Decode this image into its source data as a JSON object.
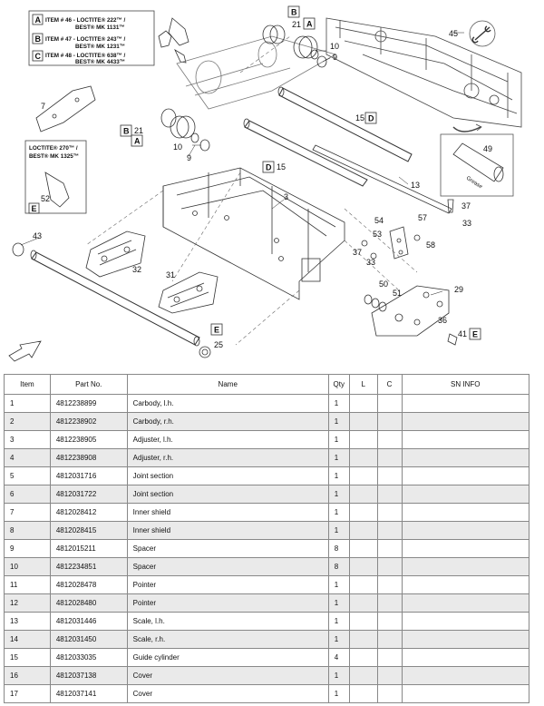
{
  "notes": {
    "A": {
      "letter": "A",
      "line1": "ITEM # 46 - LOCTITE® 222™ /",
      "line2": "BEST® MK 1131™"
    },
    "B": {
      "letter": "B",
      "line1": "ITEM # 47 - LOCTITE® 243™ /",
      "line2": "BEST® MK 1231™"
    },
    "C": {
      "letter": "C",
      "line1": "ITEM # 48 - LOCTITE® 638™ /",
      "line2": "BEST® MK 4433™"
    },
    "E": {
      "letter": "E",
      "line1": "LOCTITE® 270™ /",
      "line2": "BEST® MK 1325™"
    }
  },
  "grease_label": "Grease",
  "callouts": {
    "c3": "3",
    "c7": "7",
    "c9a": "9",
    "c9b": "9",
    "c10a": "10",
    "c10b": "10",
    "c13": "13",
    "c15a": "15",
    "c15b": "15",
    "c21a": "21",
    "c21b": "21",
    "c25": "25",
    "c29": "29",
    "c31": "31",
    "c32": "32",
    "c33a": "33",
    "c33b": "33",
    "c36": "36",
    "c37a": "37",
    "c37b": "37",
    "c41": "41",
    "c43": "43",
    "c45": "45",
    "c49": "49",
    "c50": "50",
    "c51": "51",
    "c52": "52",
    "c53": "53",
    "c54": "54",
    "c57": "57",
    "c58": "58",
    "boxA": "A",
    "boxB": "B",
    "boxD": "D",
    "boxE": "E"
  },
  "table": {
    "headers": {
      "item": "Item",
      "part": "Part No.",
      "name": "Name",
      "qty": "Qty",
      "l": "L",
      "c": "C",
      "sn": "SN INFO"
    },
    "rows": [
      {
        "item": "1",
        "part": "4812238899",
        "name": "Carbody, l.h.",
        "qty": "1",
        "l": "",
        "c": "",
        "sn": ""
      },
      {
        "item": "2",
        "part": "4812238902",
        "name": "Carbody, r.h.",
        "qty": "1",
        "l": "",
        "c": "",
        "sn": ""
      },
      {
        "item": "3",
        "part": "4812238905",
        "name": "Adjuster, l.h.",
        "qty": "1",
        "l": "",
        "c": "",
        "sn": ""
      },
      {
        "item": "4",
        "part": "4812238908",
        "name": "Adjuster, r.h.",
        "qty": "1",
        "l": "",
        "c": "",
        "sn": ""
      },
      {
        "item": "5",
        "part": "4812031716",
        "name": "Joint section",
        "qty": "1",
        "l": "",
        "c": "",
        "sn": ""
      },
      {
        "item": "6",
        "part": "4812031722",
        "name": "Joint section",
        "qty": "1",
        "l": "",
        "c": "",
        "sn": ""
      },
      {
        "item": "7",
        "part": "4812028412",
        "name": "Inner shield",
        "qty": "1",
        "l": "",
        "c": "",
        "sn": ""
      },
      {
        "item": "8",
        "part": "4812028415",
        "name": "Inner shield",
        "qty": "1",
        "l": "",
        "c": "",
        "sn": ""
      },
      {
        "item": "9",
        "part": "4812015211",
        "name": "Spacer",
        "qty": "8",
        "l": "",
        "c": "",
        "sn": ""
      },
      {
        "item": "10",
        "part": "4812234851",
        "name": "Spacer",
        "qty": "8",
        "l": "",
        "c": "",
        "sn": ""
      },
      {
        "item": "11",
        "part": "4812028478",
        "name": "Pointer",
        "qty": "1",
        "l": "",
        "c": "",
        "sn": ""
      },
      {
        "item": "12",
        "part": "4812028480",
        "name": "Pointer",
        "qty": "1",
        "l": "",
        "c": "",
        "sn": ""
      },
      {
        "item": "13",
        "part": "4812031446",
        "name": "Scale, l.h.",
        "qty": "1",
        "l": "",
        "c": "",
        "sn": ""
      },
      {
        "item": "14",
        "part": "4812031450",
        "name": "Scale, r.h.",
        "qty": "1",
        "l": "",
        "c": "",
        "sn": ""
      },
      {
        "item": "15",
        "part": "4812033035",
        "name": "Guide cylinder",
        "qty": "4",
        "l": "",
        "c": "",
        "sn": ""
      },
      {
        "item": "16",
        "part": "4812037138",
        "name": "Cover",
        "qty": "1",
        "l": "",
        "c": "",
        "sn": ""
      },
      {
        "item": "17",
        "part": "4812037141",
        "name": "Cover",
        "qty": "1",
        "l": "",
        "c": "",
        "sn": ""
      }
    ]
  }
}
